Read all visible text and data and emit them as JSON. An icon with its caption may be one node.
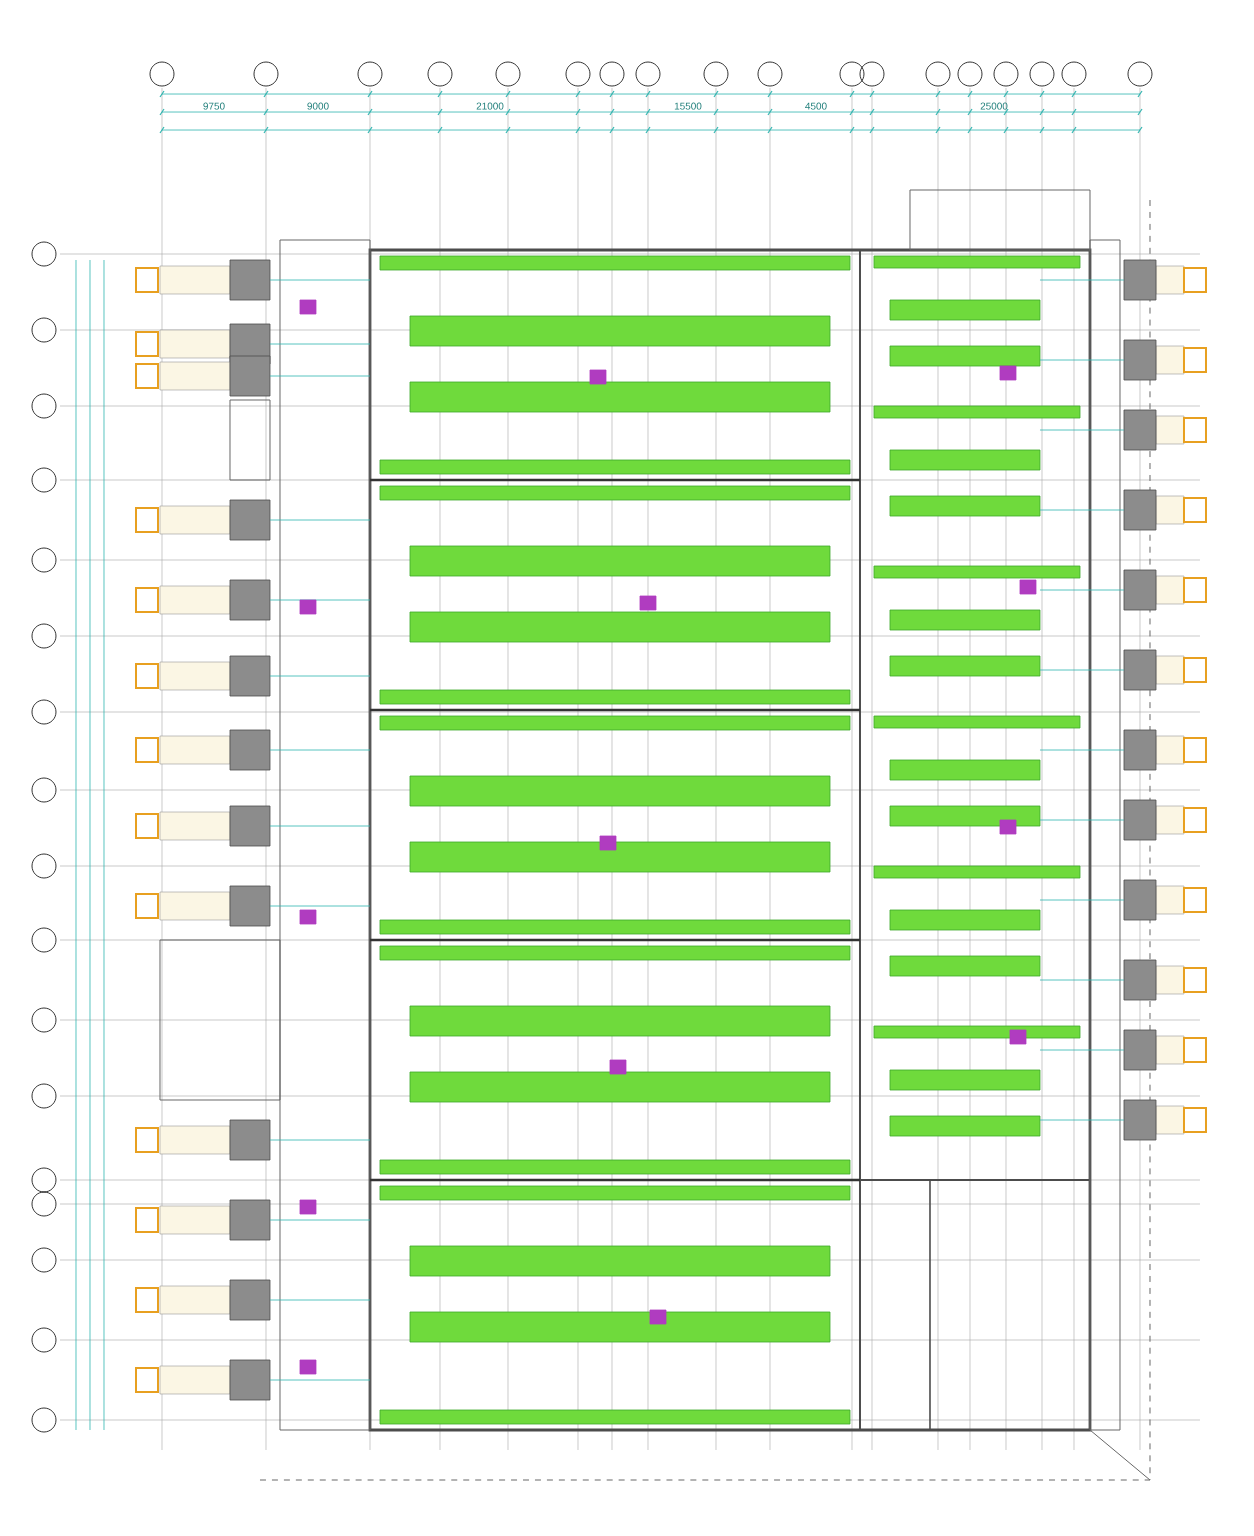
{
  "diagram": {
    "labels": [
      "9750",
      "9000",
      "21000",
      "15500",
      "4500",
      "25000"
    ]
  }
}
